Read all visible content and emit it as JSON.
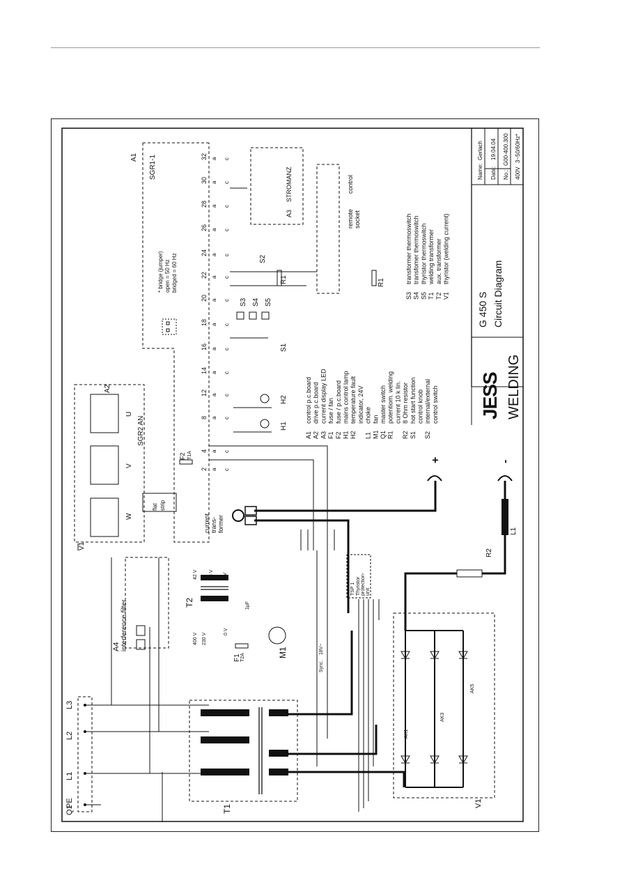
{
  "title_block": {
    "brand_top": "JESS",
    "brand_bottom": "WELDING",
    "model": "G 450 S",
    "doc_title": "Circuit Diagram",
    "name_label": "Name:",
    "name_value": "Gerlach",
    "date_label": "Date:",
    "date_value": "19.04.04",
    "no_label": "No.:",
    "no_value": "G00-400.300",
    "supply": "400V",
    "supply_freq": "3~50/60Hz*"
  },
  "legend_left": [
    [
      "A1",
      "control p.c.board"
    ],
    [
      "A2",
      "drive p.c.board"
    ],
    [
      "A3",
      "current display LED"
    ],
    [
      "F1",
      "fuse / fan"
    ],
    [
      "F2",
      "fuse / p.c.board"
    ],
    [
      "H1",
      "mains control lamp"
    ],
    [
      "H2",
      "temperature fault"
    ],
    [
      "",
      "indicator, 24V"
    ],
    [
      "L1",
      "choke"
    ],
    [
      "M1",
      "fan"
    ],
    [
      "Q1",
      "master switch"
    ],
    [
      "R1",
      "potentiom. welding"
    ],
    [
      "",
      "current        10 k lin."
    ],
    [
      "R2",
      "8 Ohm resistor"
    ],
    [
      "S1",
      "hot start function"
    ],
    [
      "",
      "control knob"
    ],
    [
      "S2",
      "internal/external"
    ],
    [
      "",
      "control switch"
    ]
  ],
  "legend_right": [
    [
      "S3",
      "transformer thermoswitch"
    ],
    [
      "S4",
      "transfomer thermoswitch"
    ],
    [
      "S5",
      "thyristor thermoswitch"
    ],
    [
      "T1",
      "welding transformer"
    ],
    [
      "T2",
      "aux. transformer"
    ],
    [
      "V1",
      "thyristor        (welding current)"
    ]
  ],
  "labels": {
    "a1": "A1",
    "sgr1": "SGR1-1",
    "a2": "A2",
    "sgr2": "SGR2 AN",
    "bridge1": "* bridge (jumper)",
    "bridge2": "open = 50 Hz",
    "bridge3": "bridged = 60 Hz",
    "a3": "A3",
    "stromanz": "STROMANZ",
    "remote1": "remote",
    "remote2": "socket",
    "remote3": "control",
    "phase_w": "W",
    "phase_v": "V",
    "phase_u": "U",
    "flat1": "flat",
    "flat2": "strip",
    "ct1": "current",
    "ct2": "trans-",
    "ct3": "former",
    "v1": "V1",
    "q1": "Q1",
    "t1": "T1",
    "t2": "T2",
    "m1": "M1",
    "f1": "F1",
    "f1r": "T2A",
    "f2": "F2",
    "f2r": "T1A",
    "a4": "A4",
    "filter": "interference filter",
    "tsp1": "TSP 1",
    "tsp2": "Thyristor",
    "tsp3": "protection-",
    "tsp4": "unit",
    "h1": "H1",
    "h2": "H2",
    "s1": "S1",
    "s2": "S2",
    "s3": "S3",
    "s4": "S4",
    "s5": "S5",
    "r1": "R1",
    "r2": "R2",
    "l1": "L1",
    "pe": "PE",
    "l1n": "L1",
    "l2n": "L2",
    "l3n": "L3",
    "plus": "+",
    "minus": "-",
    "pins": [
      "2",
      "4",
      "8",
      "12",
      "14",
      "16",
      "18",
      "20",
      "22",
      "24",
      "26",
      "28",
      "30",
      "32"
    ],
    "v400": "400 V",
    "v230": "230 V",
    "v0": "0 V",
    "v42": "42 V",
    "v18": "18 V",
    "v0b": "0 V",
    "uf": "1µF",
    "sync": "Sync.",
    "sync2": "18V~",
    "ak1": "AK1",
    "ak3": "AK3",
    "ak5": "AK5"
  }
}
